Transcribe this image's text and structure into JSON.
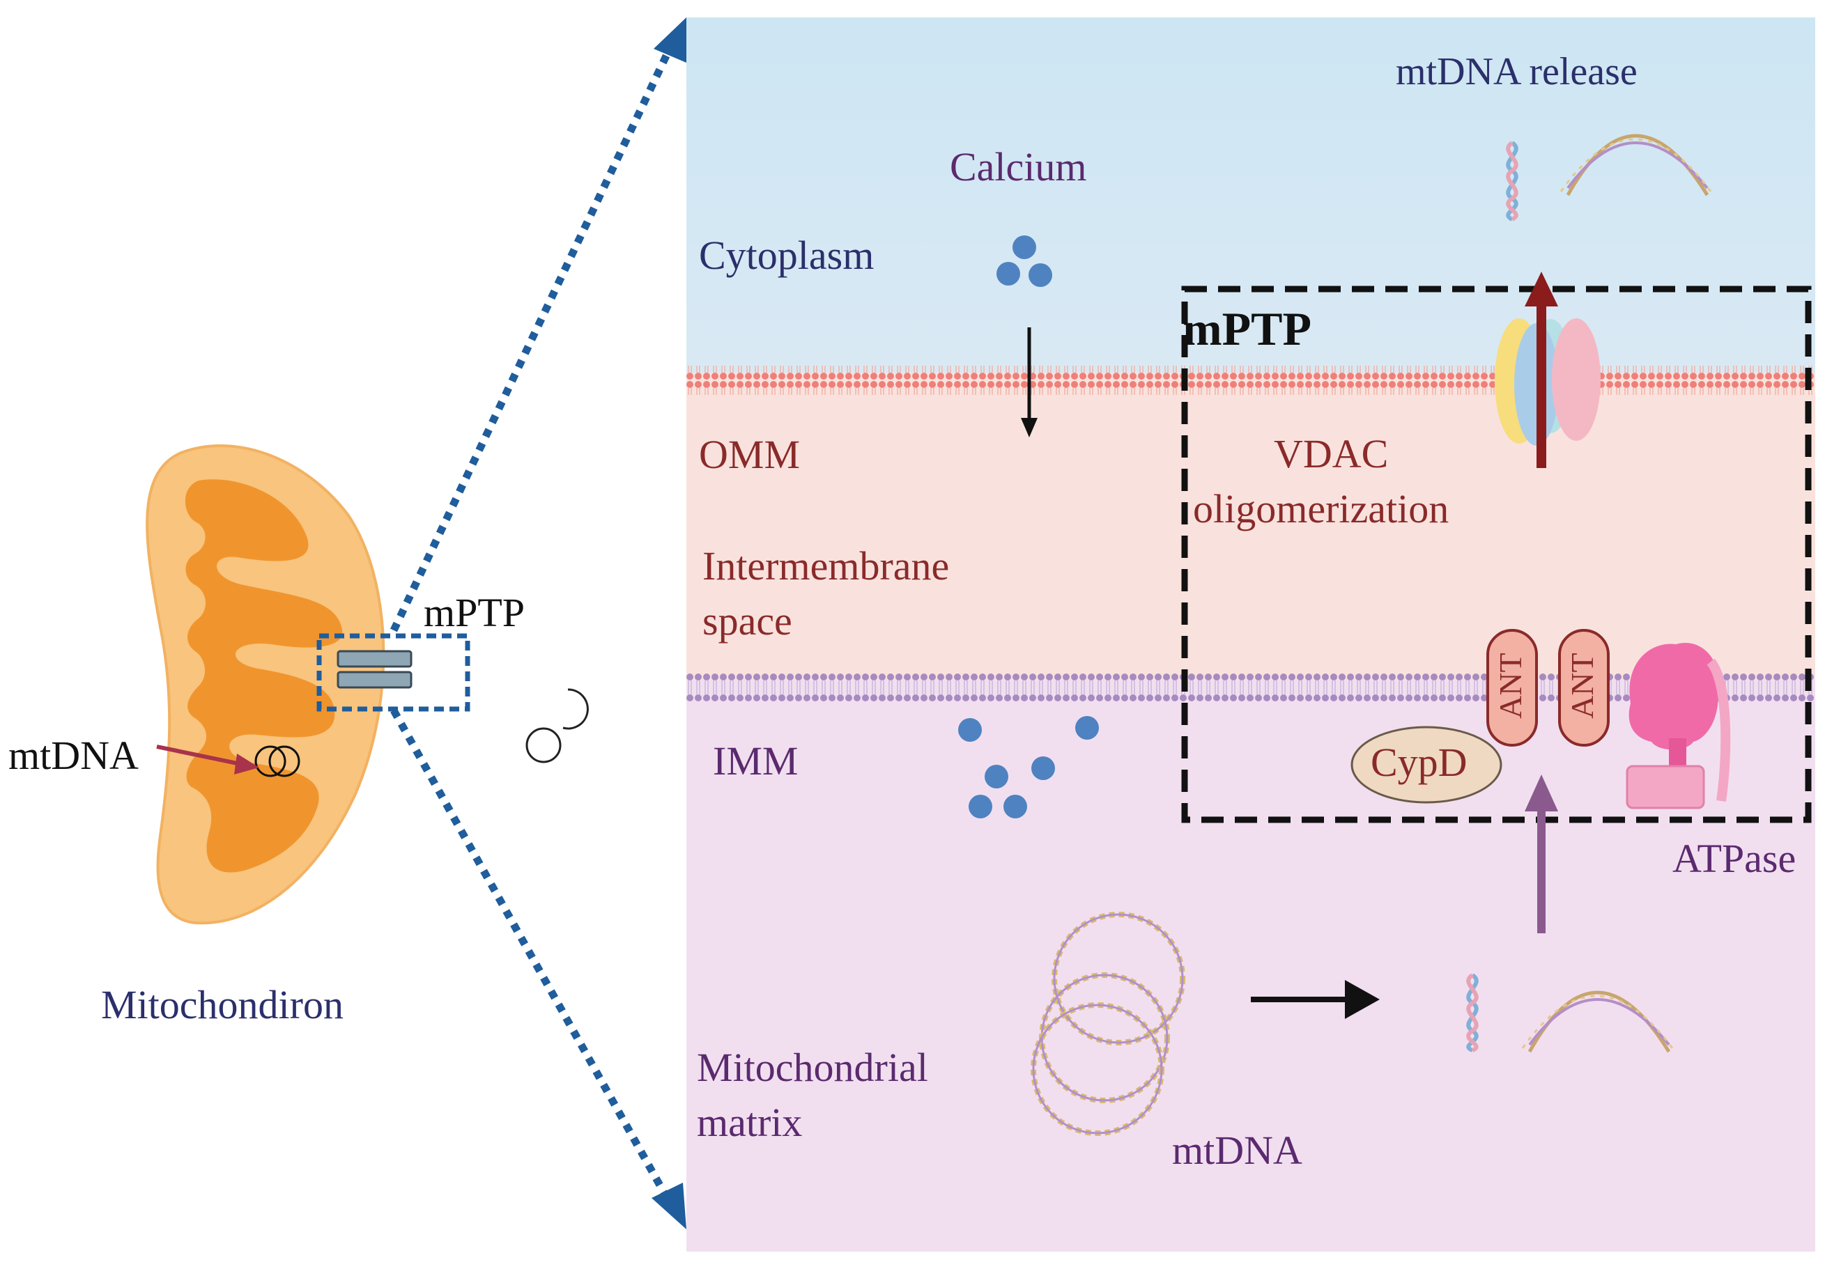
{
  "left_panel": {
    "organelle_label": "Mitochondiron",
    "mtdna_label": "mtDNA",
    "mptp_label": "mPTP"
  },
  "right_panel": {
    "regions": {
      "cytoplasm": "Cytoplasm",
      "omm": "OMM",
      "intermembrane_line1": "Intermembrane",
      "intermembrane_line2": "space",
      "imm": "IMM",
      "matrix_line1": "Mitochondrial",
      "matrix_line2": "matrix"
    },
    "calcium_label": "Calcium",
    "mtdna_release_label": "mtDNA release",
    "mptp_box_label": "mPTP",
    "vdac_line1": "VDAC",
    "vdac_line2": "oligomerization",
    "ant_label_1": "ANT",
    "ant_label_2": "ANT",
    "cypd_label": "CypD",
    "atpase_label": "ATPase",
    "matrix_mtdna_label": "mtDNA"
  },
  "colors": {
    "cytoplasm_bg": "#d3e8f3",
    "intermembrane_bg": "#f9e1dc",
    "matrix_bg": "#f0def0",
    "omm_membrane": "#e8787a",
    "imm_membrane": "#a98bc2",
    "calcium_dot": "#4f82c0",
    "mito_outer": "#f8c57e",
    "mito_inner": "#f0962e",
    "zoom_line": "#1f5d9c",
    "release_arrow": "#8a1c1c",
    "matrix_arrow": "#8a5a8e",
    "ant": "#f2b1a2",
    "cypd": "#efd9c2",
    "atpase": "#f06aa8"
  }
}
